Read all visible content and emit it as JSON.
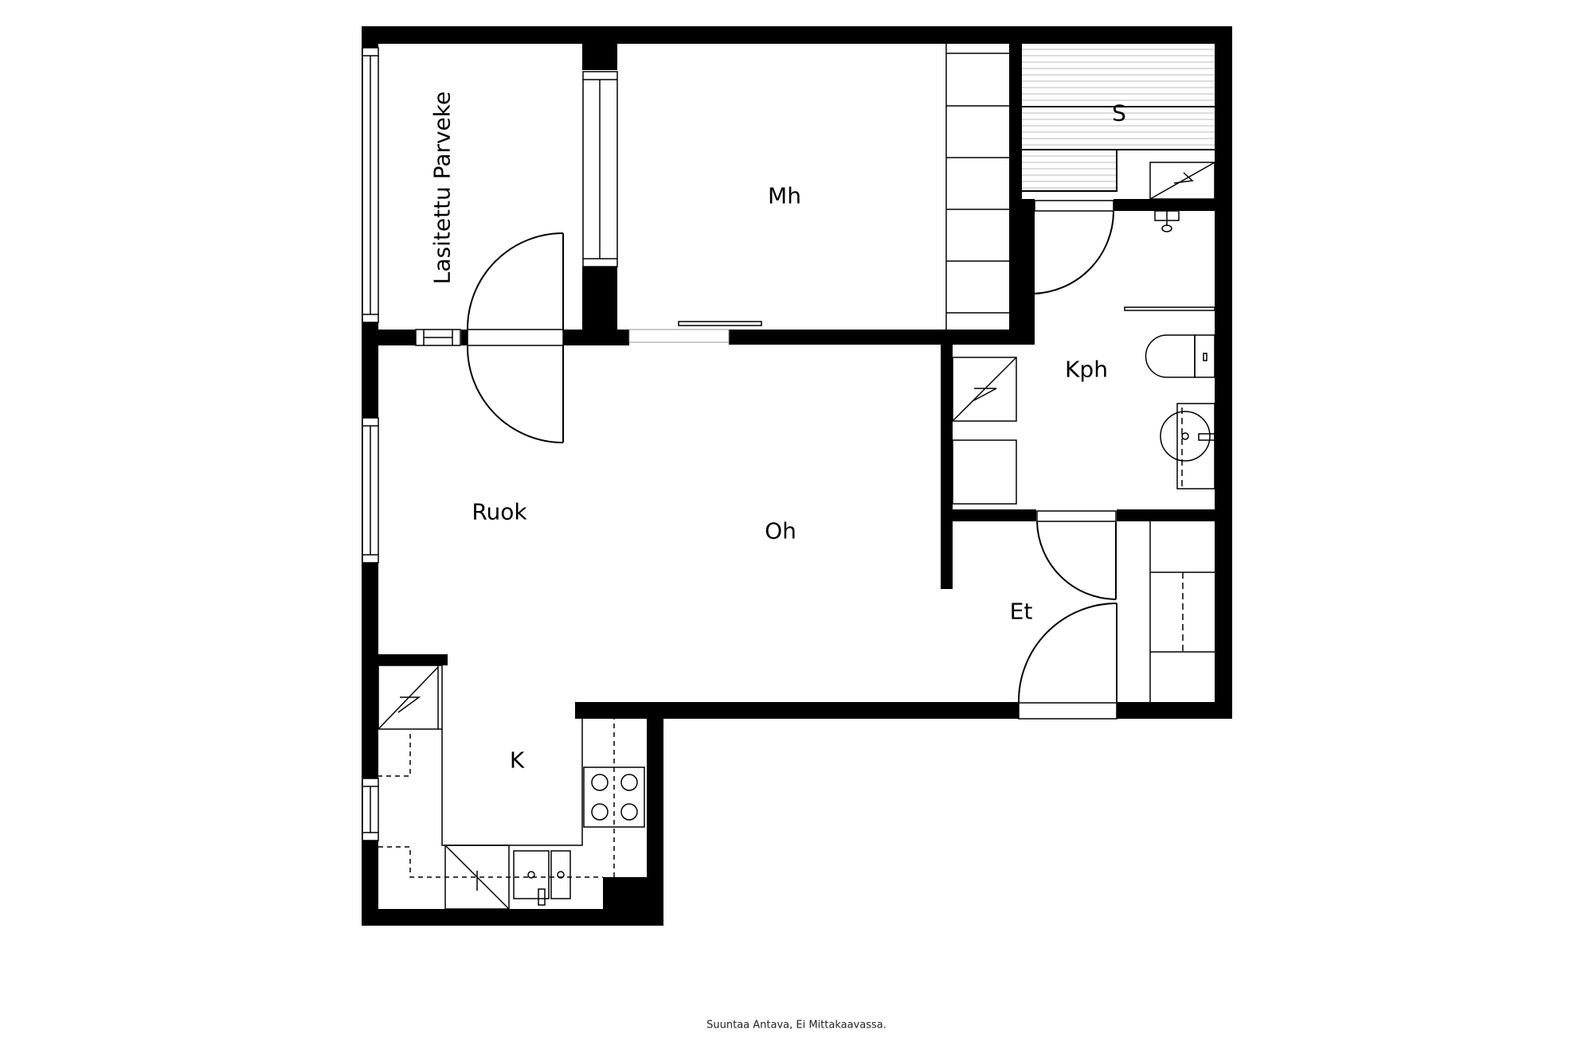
{
  "floorplan": {
    "rooms": [
      {
        "id": "balcony",
        "label": "Lasitettu Parveke"
      },
      {
        "id": "bedroom",
        "label": "Mh"
      },
      {
        "id": "sauna",
        "label": "S"
      },
      {
        "id": "bathroom",
        "label": "Kph"
      },
      {
        "id": "dining",
        "label": "Ruok"
      },
      {
        "id": "living",
        "label": "Oh"
      },
      {
        "id": "hall",
        "label": "Et"
      },
      {
        "id": "kitchen",
        "label": "K"
      }
    ],
    "footer_note": "Suuntaa Antava, Ei Mittakaavassa.",
    "colors": {
      "wall": "#000000",
      "line": "#000000",
      "background": "#ffffff",
      "sauna_hatch": "#bbbbbb"
    }
  }
}
